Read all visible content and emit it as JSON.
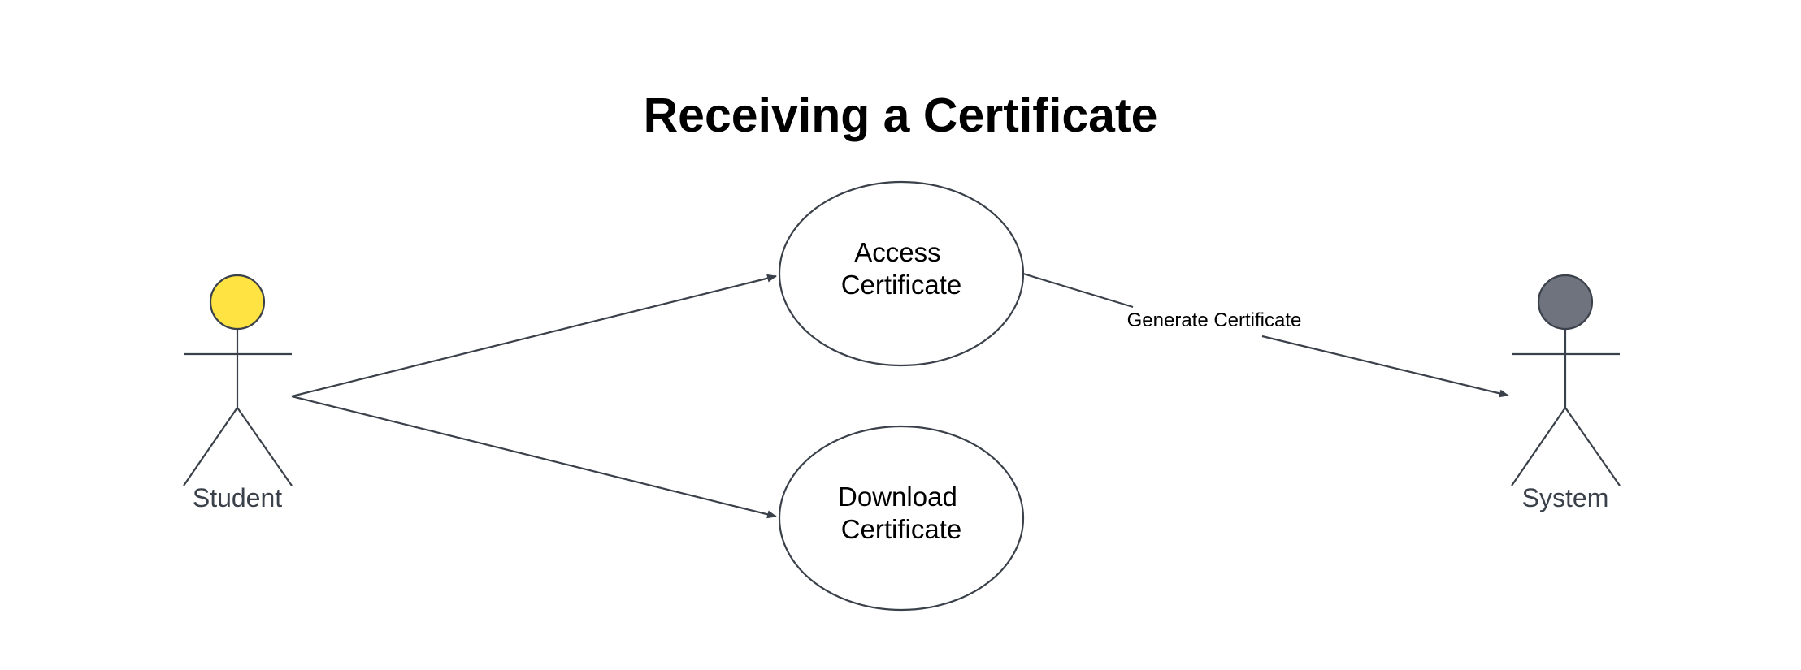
{
  "diagram": {
    "title": "Receiving a Certificate",
    "actors": {
      "student": {
        "label": "Student",
        "head_color": "#ffe342"
      },
      "system": {
        "label": "System",
        "head_color": "#6f737d"
      }
    },
    "use_cases": {
      "access": {
        "line1": "Access",
        "line2": "Certificate"
      },
      "download": {
        "line1": "Download",
        "line2": "Certificate"
      }
    },
    "edges": {
      "generate": {
        "label": "Generate Certificate"
      }
    },
    "colors": {
      "stroke": "#3a414a",
      "background": "#ffffff"
    }
  }
}
